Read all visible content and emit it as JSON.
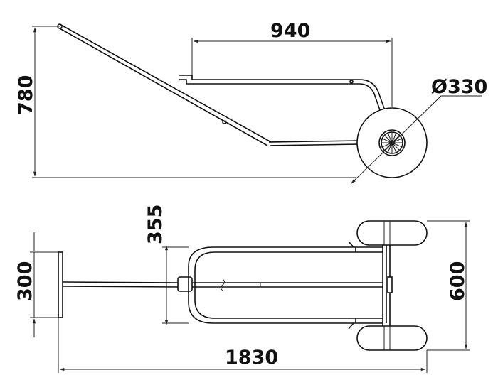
{
  "dimensions": {
    "side_height": "780",
    "side_length": "940",
    "wheel_diameter": "Ø330",
    "top_handle_width": "300",
    "top_frame_width": "355",
    "top_wheel_track": "600",
    "overall_length": "1830"
  },
  "colors": {
    "line": "#111111",
    "background": "#ffffff"
  }
}
